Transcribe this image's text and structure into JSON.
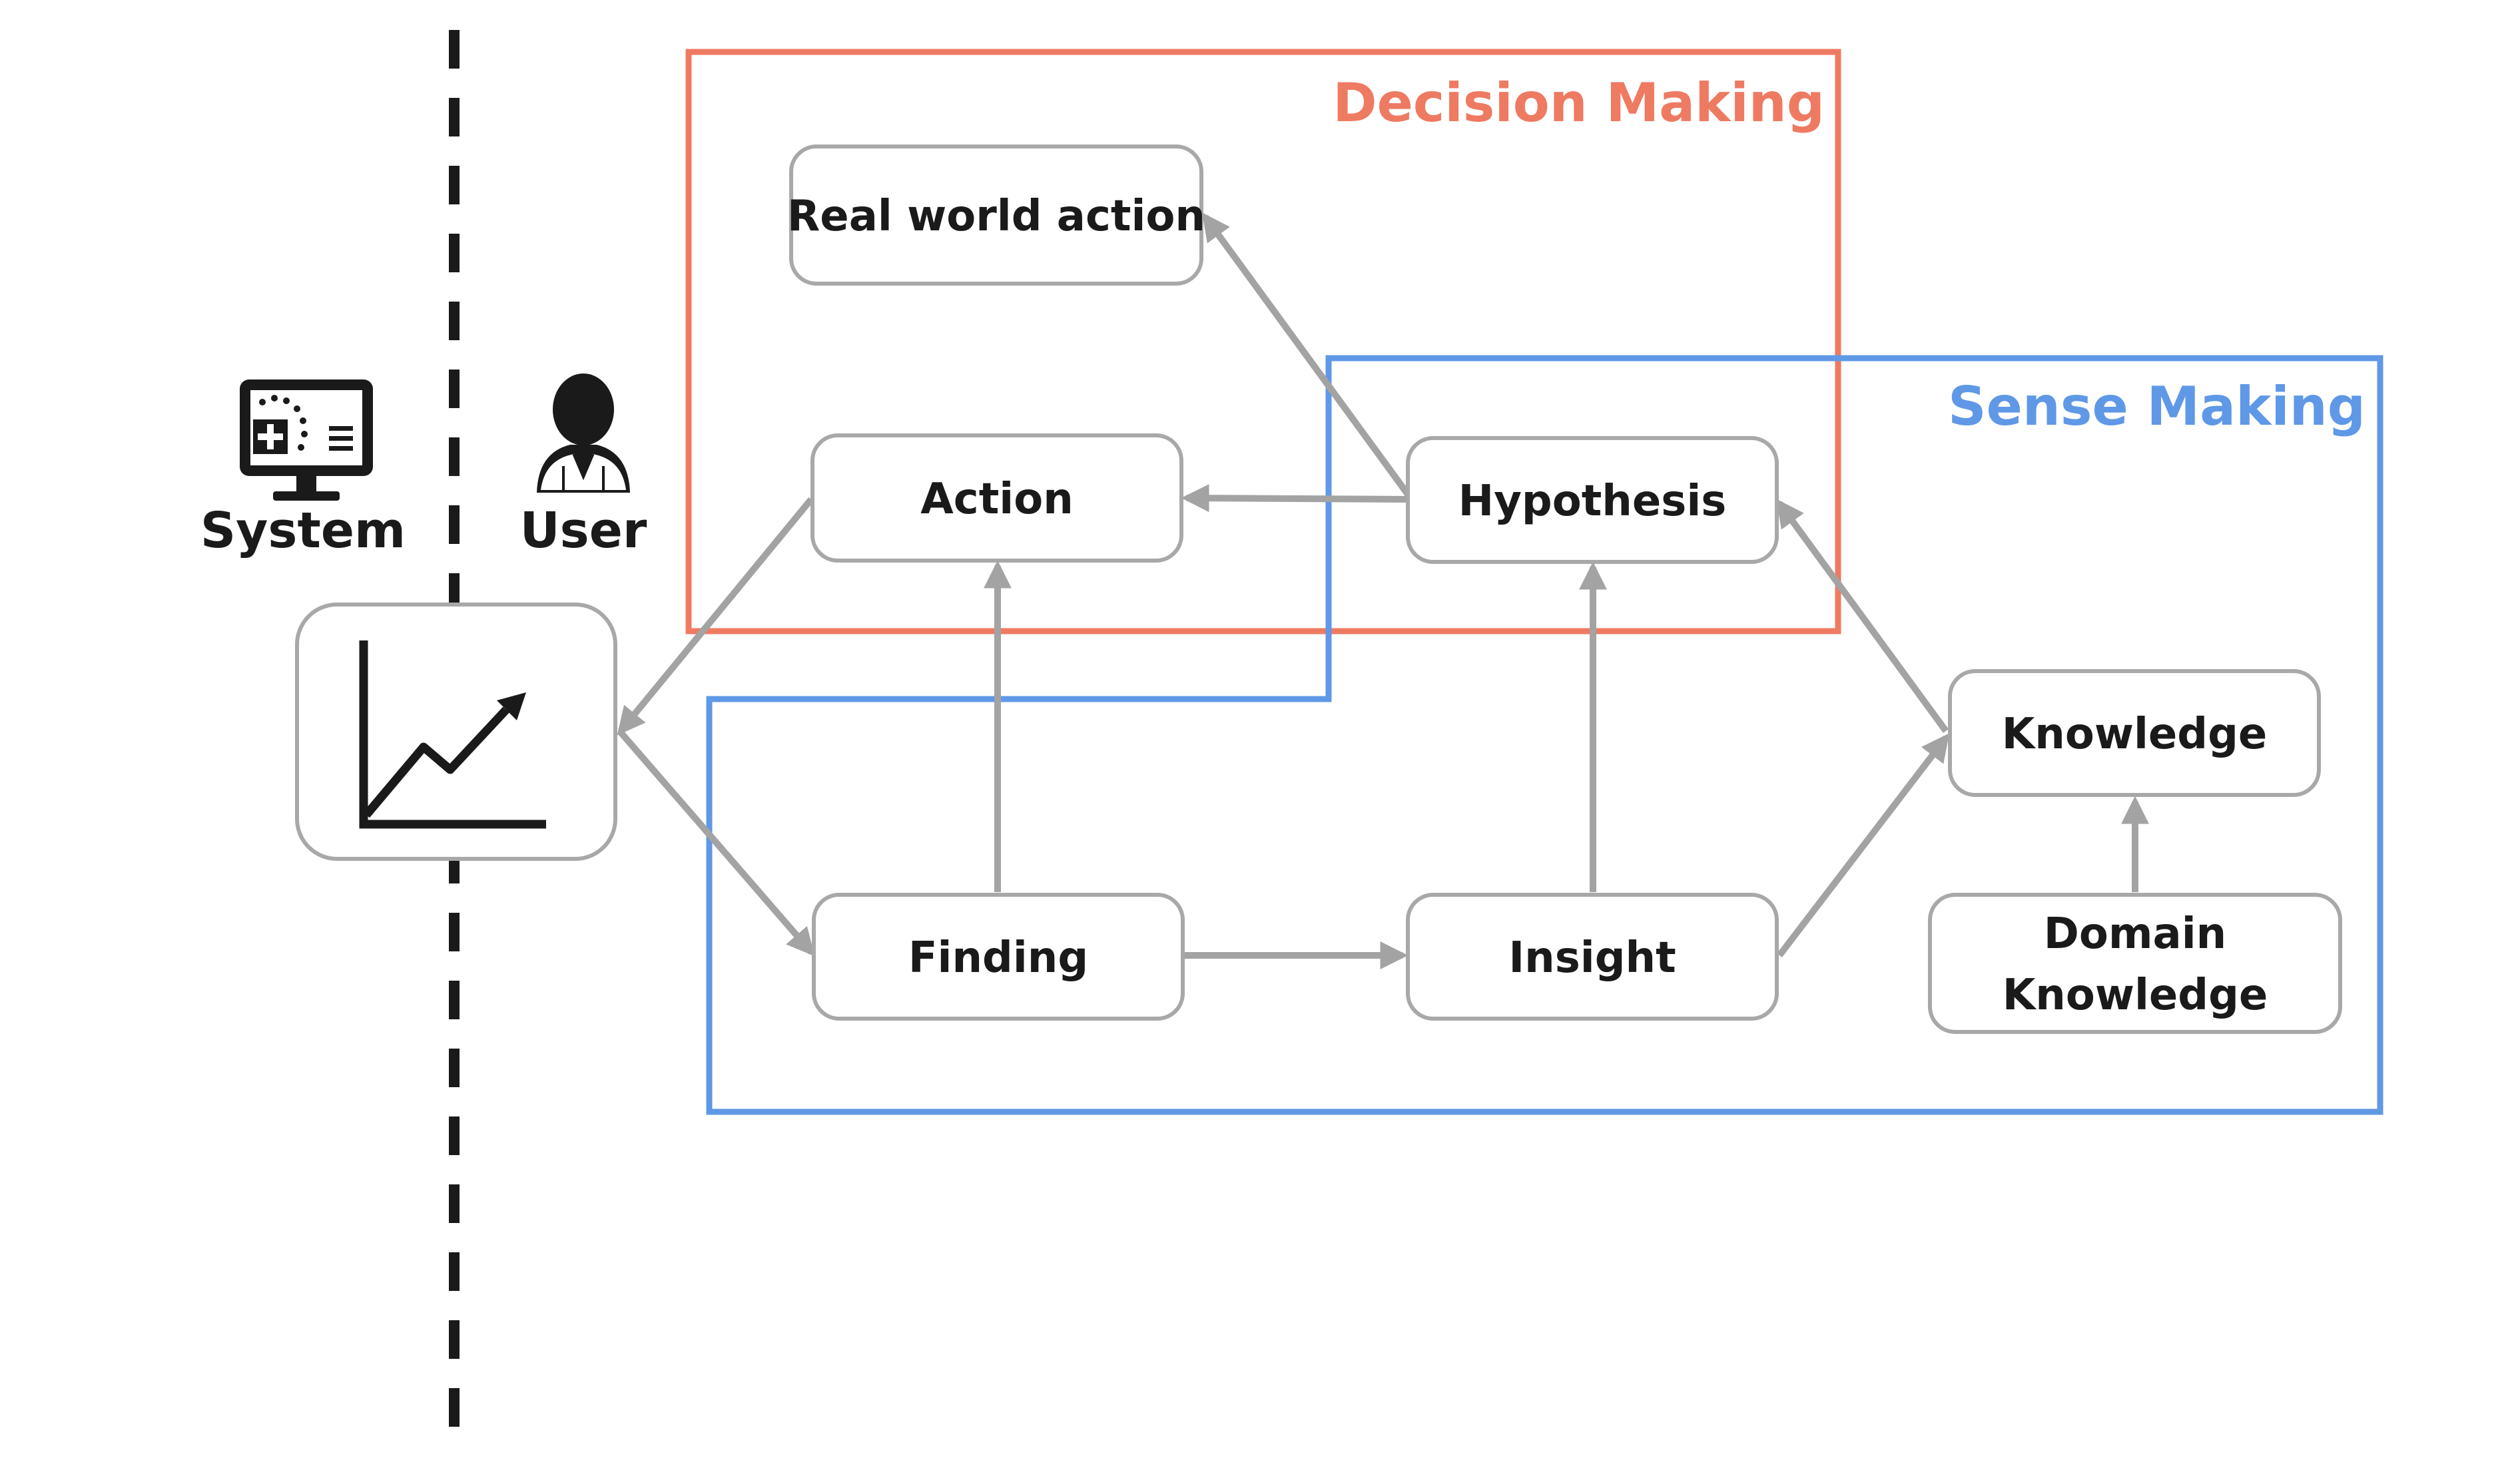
{
  "regions": {
    "decision_making": {
      "label": "Decision Making",
      "color": "#ee7a62"
    },
    "sense_making": {
      "label": "Sense Making",
      "color": "#5f98e6"
    }
  },
  "actors": {
    "system": {
      "label": "System",
      "icon": "monitor-icon"
    },
    "user": {
      "label": "User",
      "icon": "person-icon"
    }
  },
  "nodes": {
    "real_world_action": "Real world action",
    "action": "Action",
    "hypothesis": "Hypothesis",
    "knowledge": "Knowledge",
    "finding": "Finding",
    "insight": "Insight",
    "domain_knowledge": [
      "Domain",
      "Knowledge"
    ],
    "visualization": {
      "icon": "line-chart-icon"
    }
  },
  "edges": [
    [
      "hypothesis",
      "real_world_action"
    ],
    [
      "hypothesis",
      "action"
    ],
    [
      "action",
      "visualization"
    ],
    [
      "visualization",
      "finding"
    ],
    [
      "finding",
      "action"
    ],
    [
      "finding",
      "insight"
    ],
    [
      "insight",
      "hypothesis"
    ],
    [
      "insight",
      "knowledge"
    ],
    [
      "knowledge",
      "hypothesis"
    ],
    [
      "domain_knowledge",
      "knowledge"
    ]
  ],
  "style": {
    "arrow_color": "#a3a3a3",
    "node_border": "#a8a8a8",
    "divider_color": "#1a1a1a"
  }
}
